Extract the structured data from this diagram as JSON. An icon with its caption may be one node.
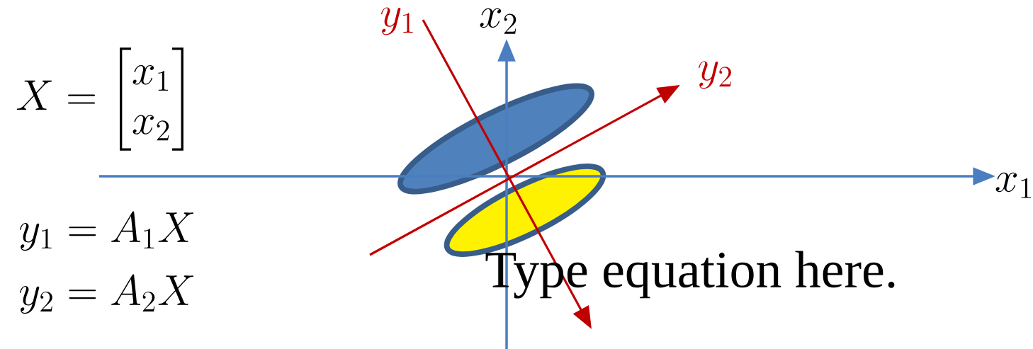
{
  "diagram": {
    "labels": [
      "y_1",
      "x_2",
      "X = \\begin{bmatrix} x_1 \\\\ x_2 \\end{bmatrix}",
      "y_2",
      "x_1",
      "y_1 = A_1X",
      "Type equation here.",
      "y_2 = A_2X"
    ]
  }
}
